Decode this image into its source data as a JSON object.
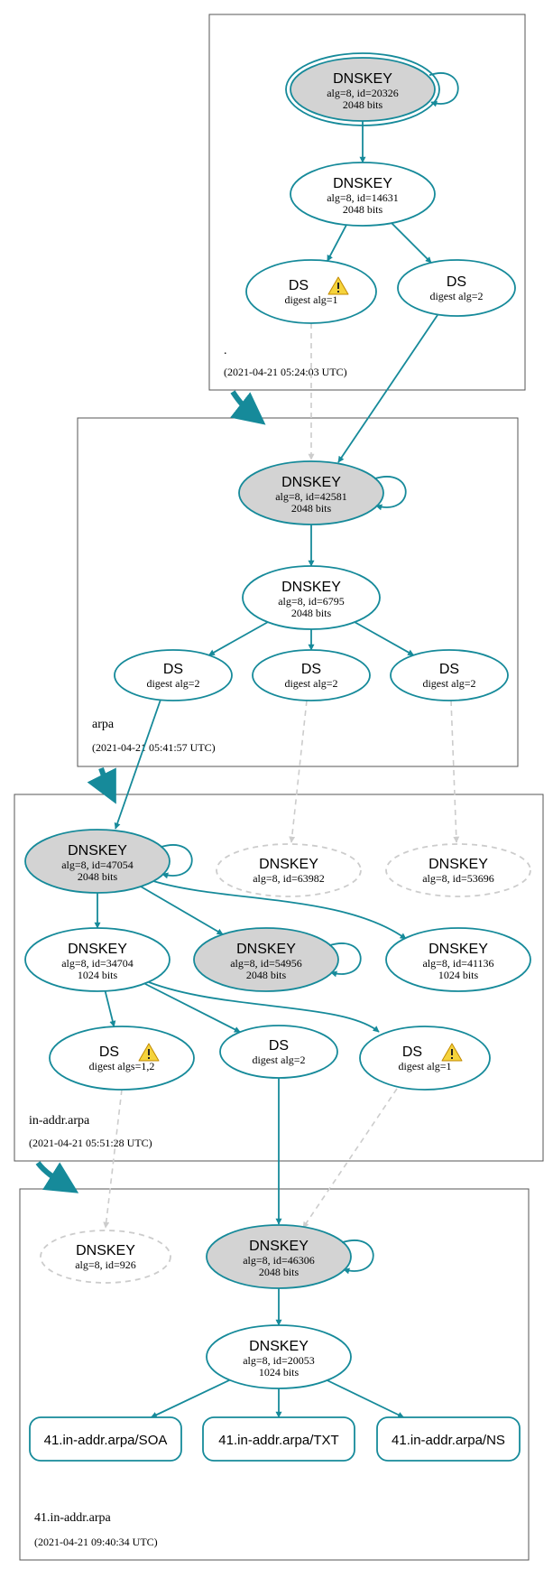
{
  "colors": {
    "edge": "#168a9a",
    "edge_dashed": "#cccccc",
    "node_fill_grey": "#d3d3d3",
    "node_fill_white": "#ffffff",
    "cluster_border": "#555555",
    "warning_fill": "#f5d33c",
    "warning_stroke": "#c28a00"
  },
  "zones": [
    {
      "id": "root",
      "name": ".",
      "timestamp": "(2021-04-21 05:24:03 UTC)"
    },
    {
      "id": "arpa",
      "name": "arpa",
      "timestamp": "(2021-04-21 05:41:57 UTC)"
    },
    {
      "id": "inaddr",
      "name": "in-addr.arpa",
      "timestamp": "(2021-04-21 05:51:28 UTC)"
    },
    {
      "id": "z41",
      "name": "41.in-addr.arpa",
      "timestamp": "(2021-04-21 09:40:34 UTC)"
    }
  ],
  "nodes": [
    {
      "id": "root_ksk",
      "type": "DNSKEY",
      "title": "DNSKEY",
      "lines": [
        "alg=8, id=20326",
        "2048 bits"
      ],
      "style": "grey-double",
      "self_loop": true
    },
    {
      "id": "root_zsk",
      "type": "DNSKEY",
      "title": "DNSKEY",
      "lines": [
        "alg=8, id=14631",
        "2048 bits"
      ],
      "style": "white"
    },
    {
      "id": "root_ds1",
      "type": "DS",
      "title": "DS",
      "lines": [
        "digest alg=1"
      ],
      "style": "white",
      "warning": true
    },
    {
      "id": "root_ds2",
      "type": "DS",
      "title": "DS",
      "lines": [
        "digest alg=2"
      ],
      "style": "white"
    },
    {
      "id": "arpa_ksk",
      "type": "DNSKEY",
      "title": "DNSKEY",
      "lines": [
        "alg=8, id=42581",
        "2048 bits"
      ],
      "style": "grey",
      "self_loop": true
    },
    {
      "id": "arpa_zsk",
      "type": "DNSKEY",
      "title": "DNSKEY",
      "lines": [
        "alg=8, id=6795",
        "2048 bits"
      ],
      "style": "white"
    },
    {
      "id": "arpa_ds_a",
      "type": "DS",
      "title": "DS",
      "lines": [
        "digest alg=2"
      ],
      "style": "white"
    },
    {
      "id": "arpa_ds_b",
      "type": "DS",
      "title": "DS",
      "lines": [
        "digest alg=2"
      ],
      "style": "white"
    },
    {
      "id": "arpa_ds_c",
      "type": "DS",
      "title": "DS",
      "lines": [
        "digest alg=2"
      ],
      "style": "white"
    },
    {
      "id": "ia_ksk",
      "type": "DNSKEY",
      "title": "DNSKEY",
      "lines": [
        "alg=8, id=47054",
        "2048 bits"
      ],
      "style": "grey",
      "self_loop": true
    },
    {
      "id": "ia_k63982",
      "type": "DNSKEY",
      "title": "DNSKEY",
      "lines": [
        "alg=8, id=63982"
      ],
      "style": "dashed"
    },
    {
      "id": "ia_k53696",
      "type": "DNSKEY",
      "title": "DNSKEY",
      "lines": [
        "alg=8, id=53696"
      ],
      "style": "dashed"
    },
    {
      "id": "ia_zsk",
      "type": "DNSKEY",
      "title": "DNSKEY",
      "lines": [
        "alg=8, id=34704",
        "1024 bits"
      ],
      "style": "white"
    },
    {
      "id": "ia_k54956",
      "type": "DNSKEY",
      "title": "DNSKEY",
      "lines": [
        "alg=8, id=54956",
        "2048 bits"
      ],
      "style": "grey",
      "self_loop": true
    },
    {
      "id": "ia_k41136",
      "type": "DNSKEY",
      "title": "DNSKEY",
      "lines": [
        "alg=8, id=41136",
        "1024 bits"
      ],
      "style": "white"
    },
    {
      "id": "ia_ds1",
      "type": "DS",
      "title": "DS",
      "lines": [
        "digest algs=1,2"
      ],
      "style": "white",
      "warning": true
    },
    {
      "id": "ia_ds2",
      "type": "DS",
      "title": "DS",
      "lines": [
        "digest alg=2"
      ],
      "style": "white"
    },
    {
      "id": "ia_ds3",
      "type": "DS",
      "title": "DS",
      "lines": [
        "digest alg=1"
      ],
      "style": "white",
      "warning": true
    },
    {
      "id": "z41_k926",
      "type": "DNSKEY",
      "title": "DNSKEY",
      "lines": [
        "alg=8, id=926"
      ],
      "style": "dashed"
    },
    {
      "id": "z41_ksk",
      "type": "DNSKEY",
      "title": "DNSKEY",
      "lines": [
        "alg=8, id=46306",
        "2048 bits"
      ],
      "style": "grey",
      "self_loop": true
    },
    {
      "id": "z41_zsk",
      "type": "DNSKEY",
      "title": "DNSKEY",
      "lines": [
        "alg=8, id=20053",
        "1024 bits"
      ],
      "style": "white"
    },
    {
      "id": "z41_soa",
      "type": "RRSET",
      "title": "41.in-addr.arpa/SOA",
      "lines": [],
      "style": "rrset"
    },
    {
      "id": "z41_txt",
      "type": "RRSET",
      "title": "41.in-addr.arpa/TXT",
      "lines": [],
      "style": "rrset"
    },
    {
      "id": "z41_ns",
      "type": "RRSET",
      "title": "41.in-addr.arpa/NS",
      "lines": [],
      "style": "rrset"
    }
  ],
  "edges": [
    {
      "from": "root_ksk",
      "to": "root_zsk",
      "style": "solid"
    },
    {
      "from": "root_zsk",
      "to": "root_ds1",
      "style": "solid"
    },
    {
      "from": "root_zsk",
      "to": "root_ds2",
      "style": "solid"
    },
    {
      "from": "root_ds1",
      "to": "arpa_ksk",
      "style": "dashed"
    },
    {
      "from": "root_ds2",
      "to": "arpa_ksk",
      "style": "solid"
    },
    {
      "from": "arpa_ksk",
      "to": "arpa_zsk",
      "style": "solid"
    },
    {
      "from": "arpa_zsk",
      "to": "arpa_ds_a",
      "style": "solid"
    },
    {
      "from": "arpa_zsk",
      "to": "arpa_ds_b",
      "style": "solid"
    },
    {
      "from": "arpa_zsk",
      "to": "arpa_ds_c",
      "style": "solid"
    },
    {
      "from": "arpa_ds_a",
      "to": "ia_ksk",
      "style": "solid"
    },
    {
      "from": "arpa_ds_b",
      "to": "ia_k63982",
      "style": "dashed"
    },
    {
      "from": "arpa_ds_c",
      "to": "ia_k53696",
      "style": "dashed"
    },
    {
      "from": "ia_ksk",
      "to": "ia_zsk",
      "style": "solid"
    },
    {
      "from": "ia_ksk",
      "to": "ia_k54956",
      "style": "solid"
    },
    {
      "from": "ia_ksk",
      "to": "ia_k41136",
      "style": "solid"
    },
    {
      "from": "ia_zsk",
      "to": "ia_ds1",
      "style": "solid"
    },
    {
      "from": "ia_zsk",
      "to": "ia_ds2",
      "style": "solid"
    },
    {
      "from": "ia_zsk",
      "to": "ia_ds3",
      "style": "solid"
    },
    {
      "from": "ia_ds1",
      "to": "z41_k926",
      "style": "dashed"
    },
    {
      "from": "ia_ds2",
      "to": "z41_ksk",
      "style": "solid"
    },
    {
      "from": "ia_ds3",
      "to": "z41_ksk",
      "style": "dashed"
    },
    {
      "from": "z41_ksk",
      "to": "z41_zsk",
      "style": "solid"
    },
    {
      "from": "z41_zsk",
      "to": "z41_soa",
      "style": "solid"
    },
    {
      "from": "z41_zsk",
      "to": "z41_txt",
      "style": "solid"
    },
    {
      "from": "z41_zsk",
      "to": "z41_ns",
      "style": "solid"
    }
  ],
  "delegations": [
    {
      "from": "root",
      "to": "arpa"
    },
    {
      "from": "arpa",
      "to": "inaddr"
    },
    {
      "from": "inaddr",
      "to": "z41"
    }
  ]
}
